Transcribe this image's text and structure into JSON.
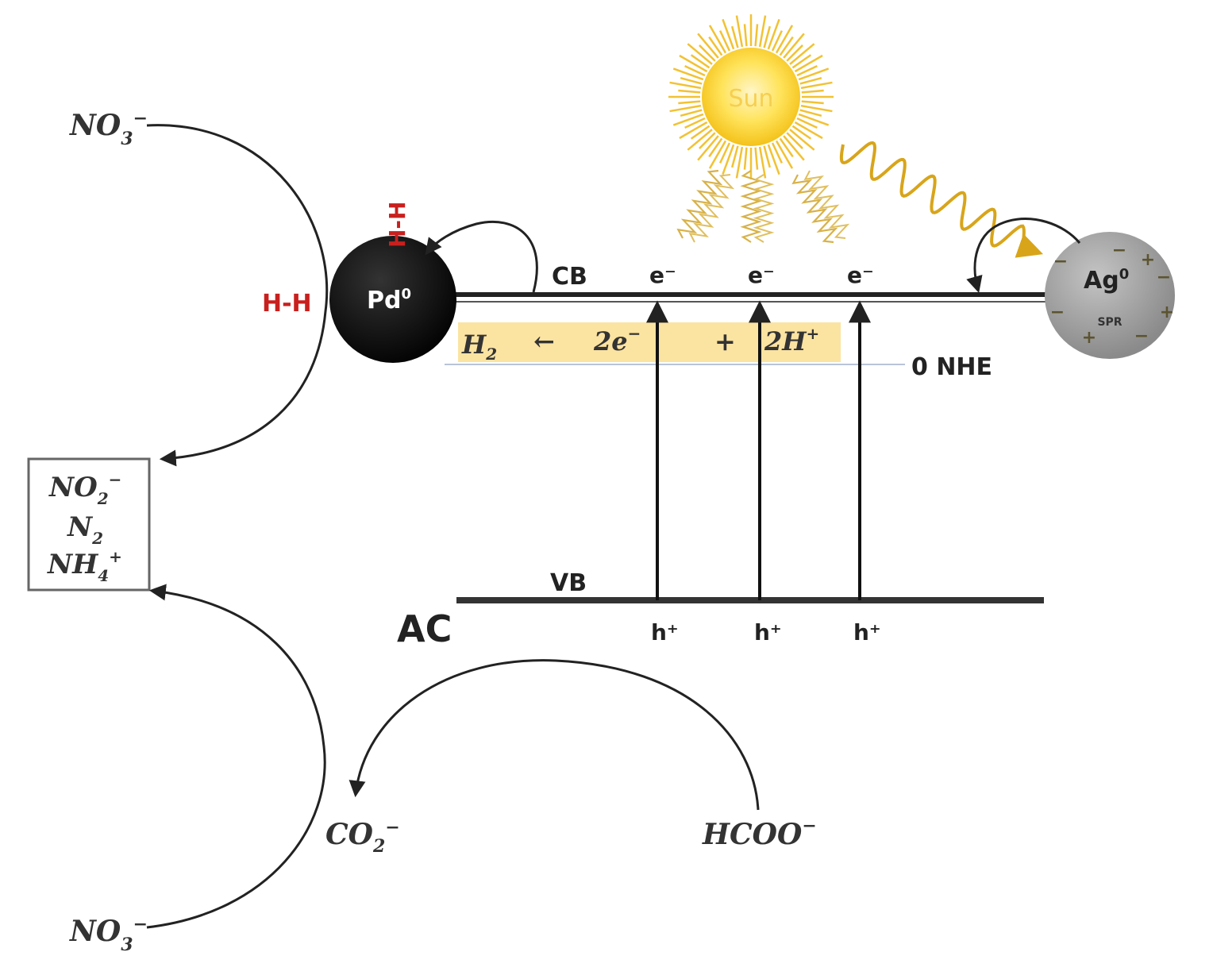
{
  "sun": {
    "label": "Sun"
  },
  "band": {
    "cb_label": "CB",
    "vb_label": "VB",
    "material_label": "AC",
    "reference_label": "0 NHE",
    "electron_label": "e⁻",
    "hole_label": "h⁺"
  },
  "pd": {
    "label": "Pd",
    "superscript": "0",
    "hh_label": "H-H"
  },
  "ag": {
    "label": "Ag",
    "superscript": "0",
    "spr_label": "SPR"
  },
  "reaction": {
    "h2": "H",
    "arrow": "←",
    "electrons": "2e",
    "plus": "+",
    "protons": "2H"
  },
  "species": {
    "nitrate_top": "NO",
    "nitrate_bottom": "NO",
    "products": [
      "NO",
      "N",
      "NH"
    ],
    "co2": "CO",
    "formate": "HCOO"
  },
  "colors": {
    "sun_core": "#ffd21c",
    "sun_rays": "#f2c233",
    "light_wave": "#d8a51a",
    "reaction_highlight": "#fbe3a1",
    "hh_red": "#c8201e",
    "pd_fill": "#111111",
    "ag_fill": "#9e9e9e"
  }
}
